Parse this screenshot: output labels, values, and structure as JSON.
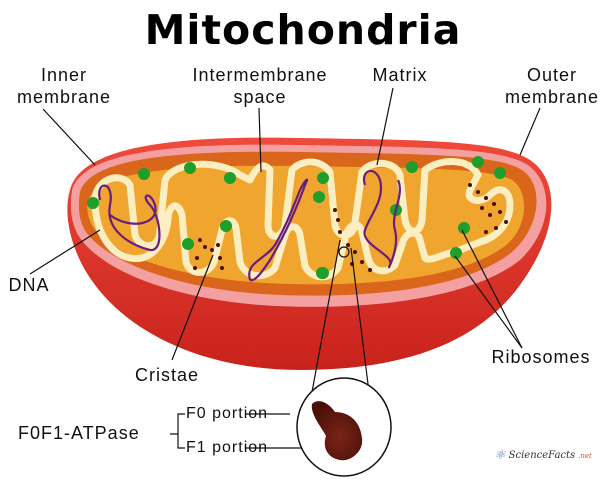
{
  "title": "Mitochondria",
  "labels": {
    "inner_membrane": [
      "Inner",
      "membrane"
    ],
    "intermembrane_space": [
      "Intermembrane",
      "space"
    ],
    "matrix": "Matrix",
    "outer_membrane": [
      "Outer",
      "membrane"
    ],
    "dna": "DNA",
    "cristae": "Cristae",
    "ribosomes": "Ribosomes",
    "atpase": "F0F1-ATPase",
    "f0_portion": "F0 portion",
    "f1_portion": "F1 portion"
  },
  "watermark": {
    "text": "ScienceFacts",
    "suffix": ".net"
  },
  "colors": {
    "outer_membrane": "#e53a2f",
    "outer_rim": "#f4a0a0",
    "intermembrane": "#d9661a",
    "inner_membrane": "#fbeec0",
    "matrix": "#f0a52e",
    "ribosome": "#1e9e2a",
    "dna": "#6a1d80",
    "atp_synthase": "#5a1a12"
  }
}
